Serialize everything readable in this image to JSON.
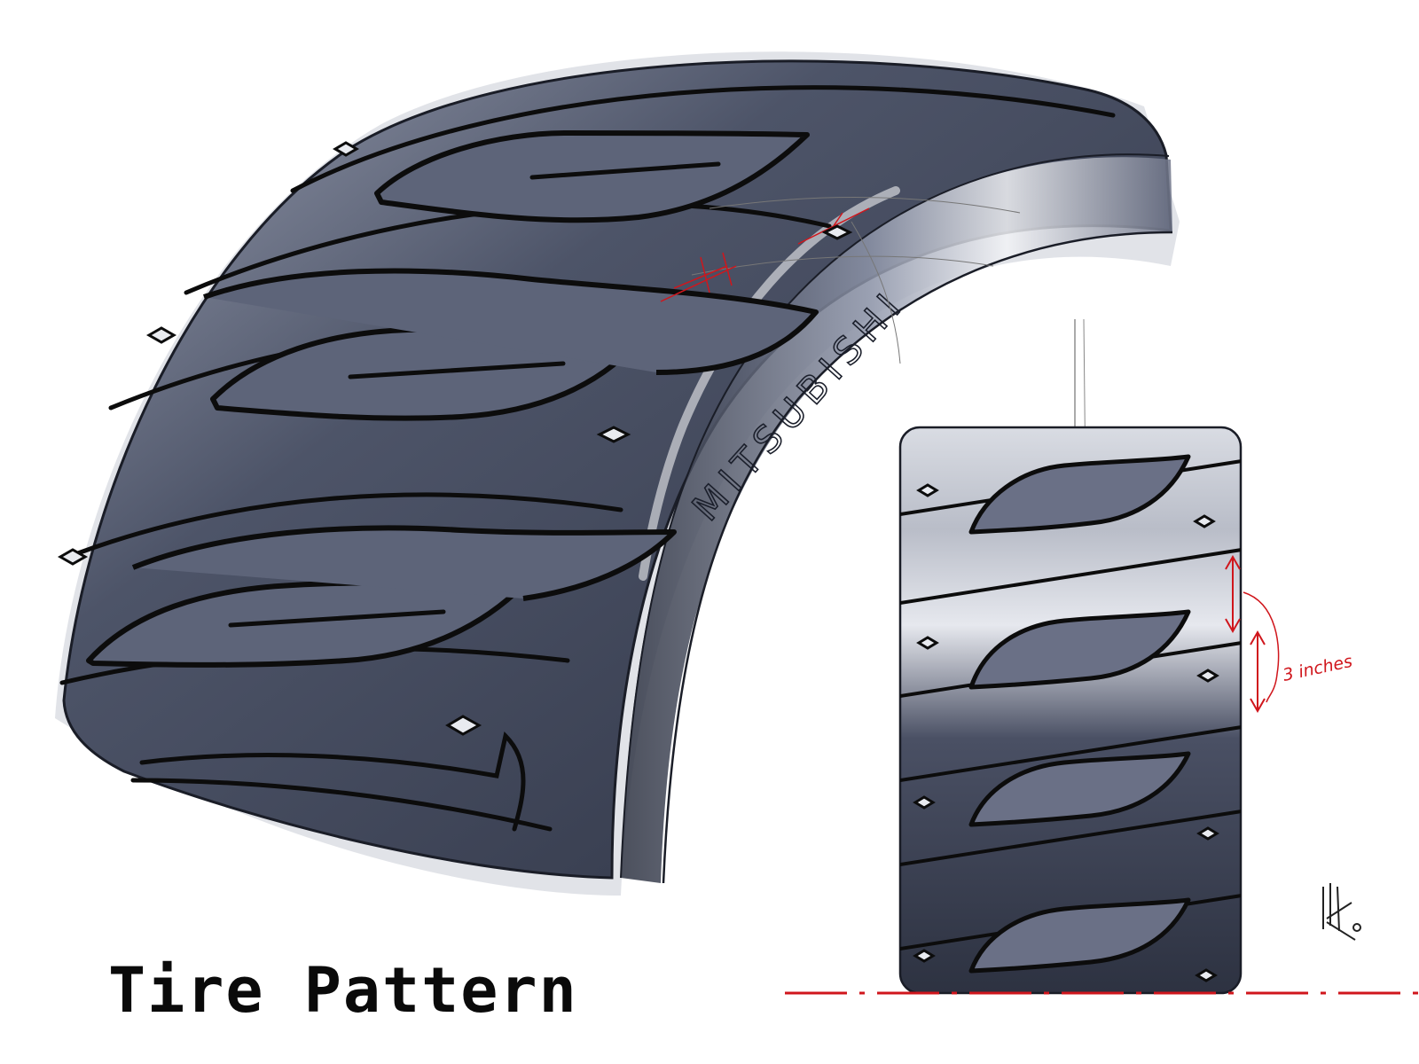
{
  "title": "Tire Pattern",
  "brand_text": "MITSUBISHI",
  "dimension_label": "3 inches",
  "colors": {
    "rubber_dark": "#3a4052",
    "rubber_mid": "#5d6479",
    "highlight": "#eef0f4",
    "outline": "#0c0c0c",
    "annotation_red": "#d0161c"
  },
  "icons": {
    "signature": "artist-signature-mark"
  }
}
